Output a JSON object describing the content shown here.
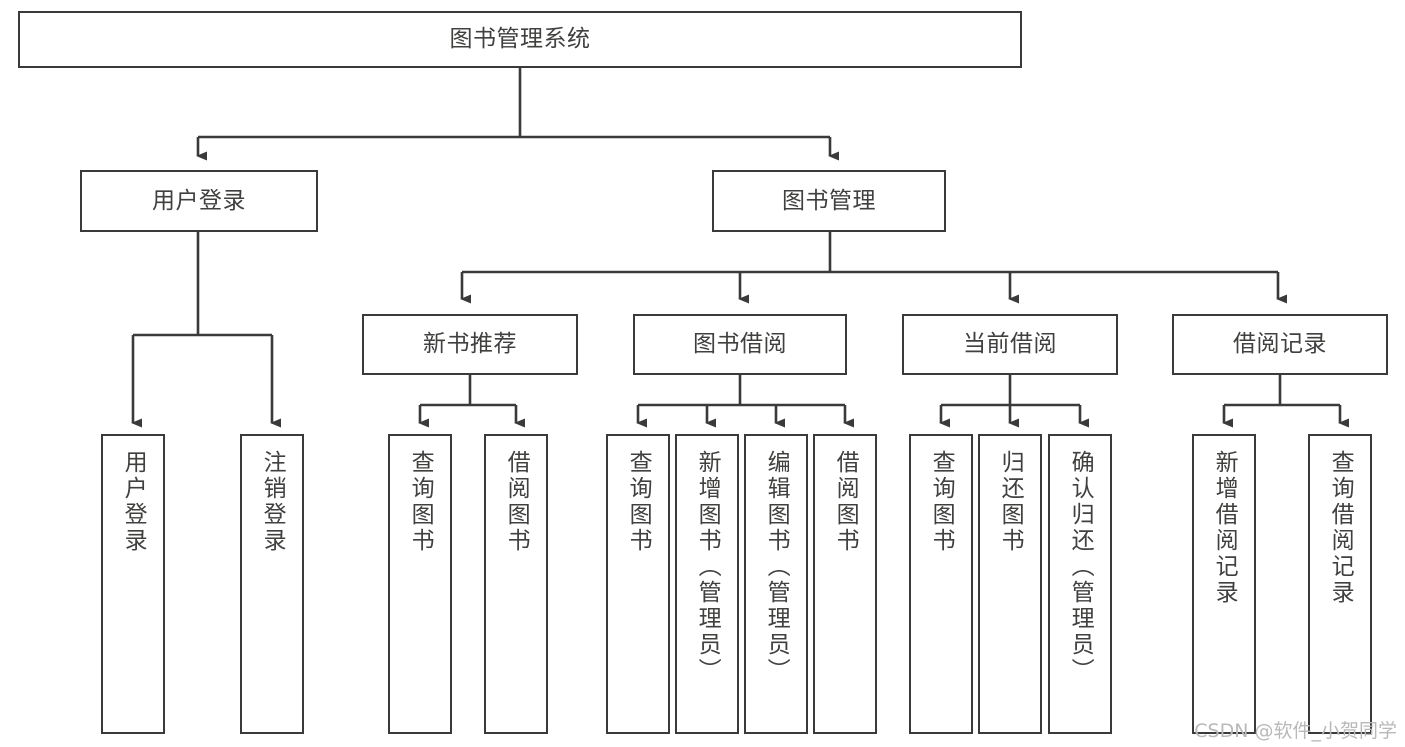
{
  "diagram": {
    "title": "图书管理系统",
    "type": "tree-hierarchy-diagram",
    "stroke_color": "#3a3a3a",
    "text_color": "#40403f",
    "background_color": "#ffffff"
  },
  "nodes": {
    "root": {
      "label": "图书管理系统"
    },
    "level1": [
      {
        "label": "用户登录"
      },
      {
        "label": "图书管理"
      }
    ],
    "level2": [
      {
        "label": "新书推荐"
      },
      {
        "label": "图书借阅"
      },
      {
        "label": "当前借阅"
      },
      {
        "label": "借阅记录"
      }
    ],
    "leaves": {
      "user_login": [
        {
          "label": "用户登录"
        },
        {
          "label": "注销登录"
        }
      ],
      "new_book_recommend": [
        {
          "label": "查询图书"
        },
        {
          "label": "借阅图书"
        }
      ],
      "book_borrow": [
        {
          "label": "查询图书"
        },
        {
          "label": "新增图书（管理员）"
        },
        {
          "label": "编辑图书（管理员）"
        },
        {
          "label": "借阅图书"
        }
      ],
      "current_borrow": [
        {
          "label": "查询图书"
        },
        {
          "label": "归还图书"
        },
        {
          "label": "确认归还（管理员）"
        }
      ],
      "borrow_record": [
        {
          "label": "新增借阅记录"
        },
        {
          "label": "查询借阅记录"
        }
      ]
    }
  },
  "watermark": {
    "text": "CSDN @软件_小贺同学"
  }
}
